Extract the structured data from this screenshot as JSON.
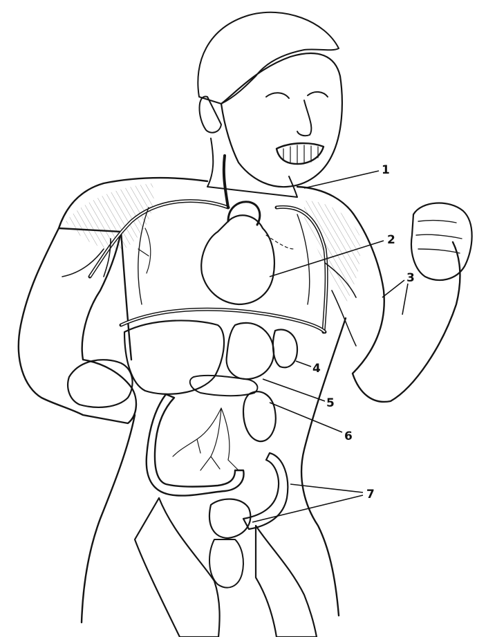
{
  "figure": {
    "callouts": [
      {
        "id": "1",
        "label": "1"
      },
      {
        "id": "2",
        "label": "2"
      },
      {
        "id": "3",
        "label": "3"
      },
      {
        "id": "4",
        "label": "4"
      },
      {
        "id": "5",
        "label": "5"
      },
      {
        "id": "6",
        "label": "6"
      },
      {
        "id": "7",
        "label": "7"
      }
    ]
  },
  "colors": {
    "ink": "#151515",
    "paper": "#ffffff"
  }
}
